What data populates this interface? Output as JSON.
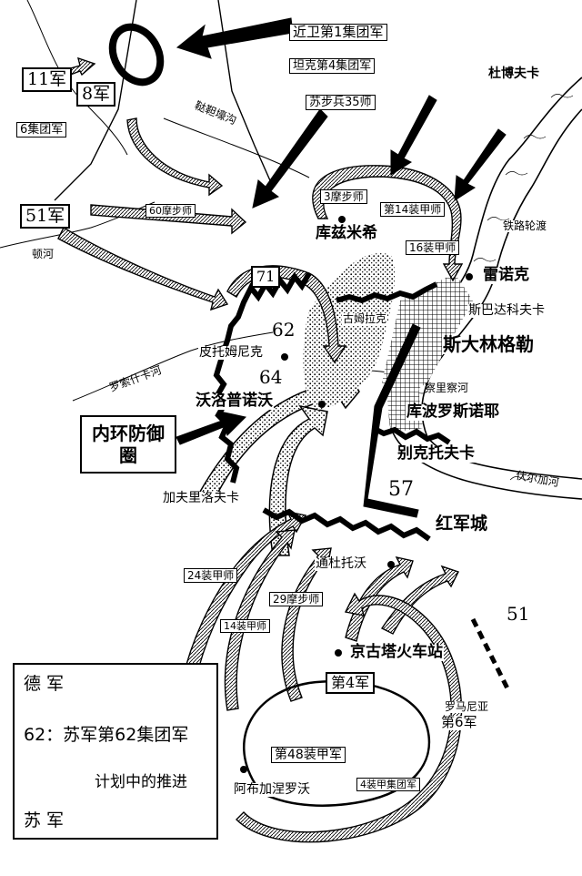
{
  "map": {
    "labels": {
      "guards1": "近卫第1集团军",
      "tank4": "坦克第4集团军",
      "dubovka": "杜博夫卡",
      "army11": "11军",
      "army8": "8军",
      "army6": "6集团军",
      "rifle35": "苏步兵35师",
      "ravine": "鞑靼壕沟",
      "army51": "51军",
      "don": "顿河",
      "inf60": "60摩步师",
      "inf3": "3摩步师",
      "tank14": "第14装甲师",
      "kuzmichi": "库兹米希",
      "ferry": "铁路轮渡",
      "tank16": "16装甲师",
      "rynok": "雷诺克",
      "spartak": "斯巴达科夫卡",
      "n71": "71",
      "gumrak": "古姆拉克",
      "stalingrad": "斯大林格勒",
      "n62": "62",
      "pitomnik": "皮托姆尼克",
      "rossoshka": "罗索什卡河",
      "n64": "64",
      "tsaritsa": "察里察河",
      "voroponovo": "沃洛普诺沃",
      "kuporosnoye": "库波罗斯诺耶",
      "inner_ring": "内环防御圈",
      "beketovka": "别克托夫卡",
      "volga": "伏尔加河",
      "n57": "57",
      "karpovka": "加夫里洛夫卡",
      "red_army_town": "红军城",
      "inf24": "24装甲师",
      "tundutovo": "通杜托沃",
      "n51": "51",
      "inf29": "29摩步师",
      "tank14b": "14装甲师",
      "kotluban": "京古塔火车站",
      "army4": "第4军",
      "romania6_a": "罗马尼亚",
      "romania6_b": "第6军",
      "tank48": "第48装甲军",
      "abganerovo": "阿布加涅罗沃",
      "tank4army": "4装甲集团军"
    },
    "legend": {
      "german": "德 军",
      "note": "62：苏军第62集团军",
      "planned": "计划中的推进",
      "soviet": "苏 军"
    }
  }
}
